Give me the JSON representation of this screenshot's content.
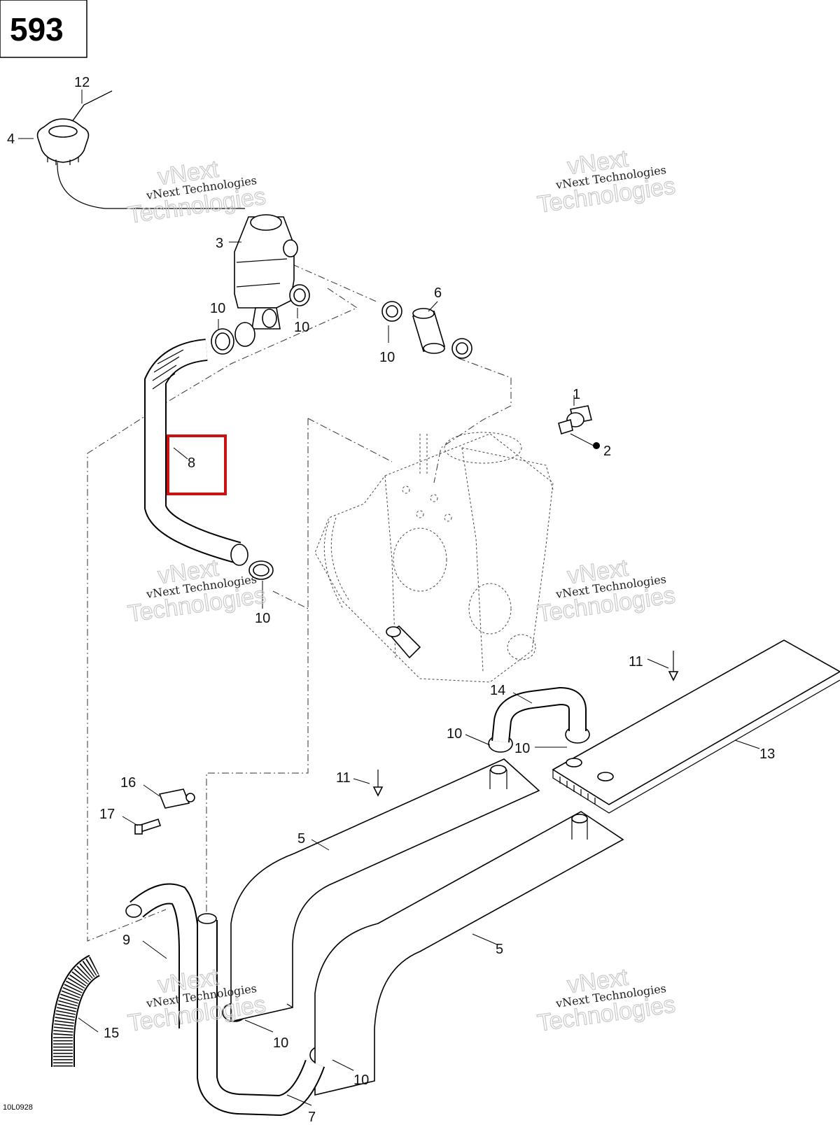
{
  "page_number": "593",
  "document_code": "10L0928",
  "watermark": {
    "line1": "vNext Technologies",
    "line2": "Technologies",
    "line3": "vNext"
  },
  "callouts": [
    "1",
    "2",
    "3",
    "4",
    "5",
    "5",
    "6",
    "7",
    "8",
    "9",
    "10",
    "10",
    "10",
    "10",
    "10",
    "10",
    "10",
    "10",
    "11",
    "11",
    "12",
    "13",
    "14",
    "15",
    "16",
    "17"
  ],
  "highlight": {
    "label": "8",
    "color": "#cc1111"
  }
}
